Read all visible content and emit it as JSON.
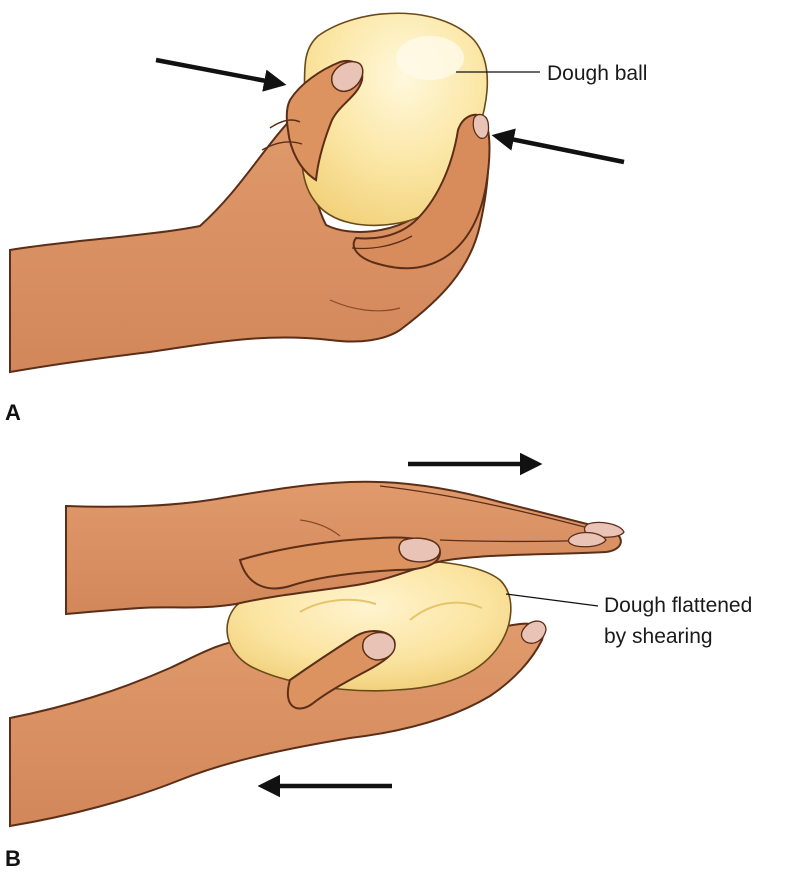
{
  "panel_a": {
    "letter": "A",
    "label": "Dough ball"
  },
  "panel_b": {
    "letter": "B",
    "label_line1": "Dough flattened",
    "label_line2": "by shearing"
  },
  "colors": {
    "skin": "#d98f5f",
    "skin_shade": "#b86d42",
    "skin_outline": "#5b2e18",
    "nail": "#e8c3b6",
    "dough": "#fbe7a6",
    "dough_highlight": "#fff6d8",
    "dough_shadow": "#f0cf74",
    "arrow": "#111111"
  }
}
